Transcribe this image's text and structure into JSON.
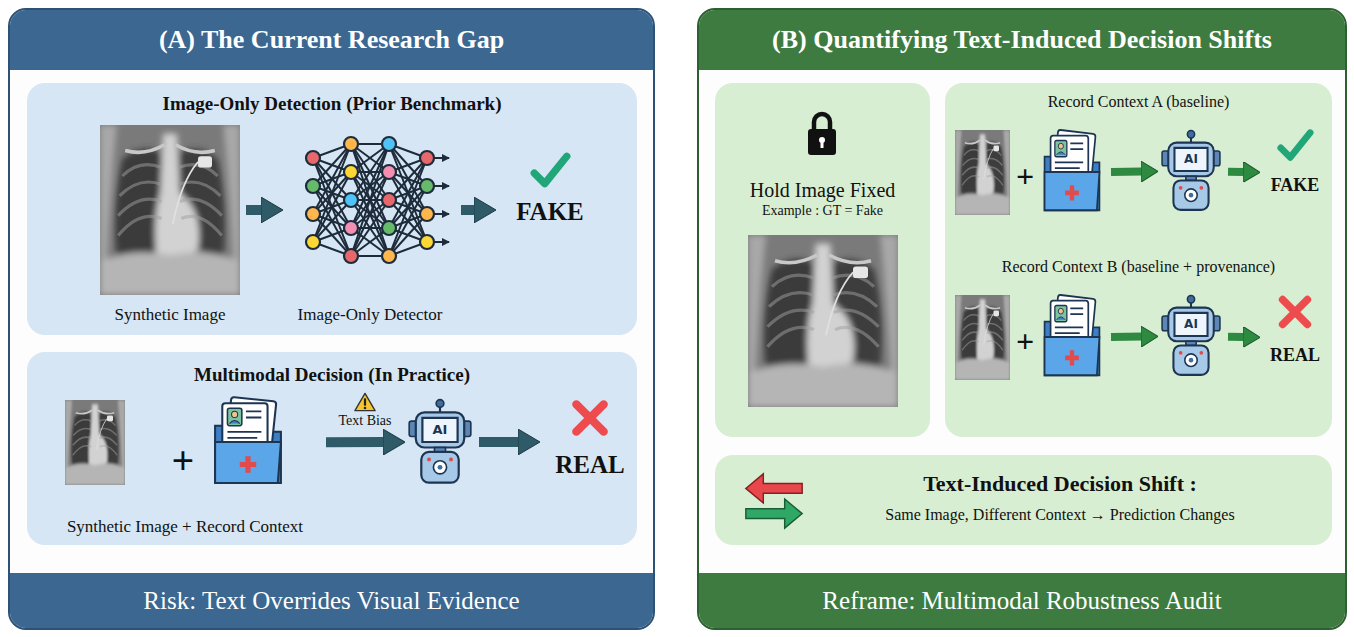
{
  "diagram": {
    "nodes": [
      {
        "text": [
          "(A) The Current Research Gap",
          "Risk: Text Overrides Visual Evidence"
        ]
      },
      {
        "text": [
          "Image-Only Detection (Prior Benchmark)"
        ],
        "in": 0
      },
      {
        "text": [
          "Synthetic Image"
        ],
        "in": 1
      },
      {
        "text": [
          "Image-Only Detector"
        ],
        "in": 1
      },
      {
        "text": [
          "FAKE"
        ],
        "in": 1
      },
      {
        "text": [
          "Multimodal Decision (In Practice)"
        ],
        "in": 0
      },
      {
        "text": [
          "+",
          "Synthetic Image + Record Context"
        ],
        "in": 5
      },
      {
        "text": [
          "AI"
        ],
        "in": 5
      },
      {
        "text": [
          "REAL"
        ],
        "in": 5
      },
      {
        "text": [
          "(B) Quantifying Text-Induced Decision Shifts",
          "Reframe: Multimodal Robustness Audit"
        ]
      },
      {
        "text": [
          "Hold Image Fixed",
          "Example : GT = Fake"
        ],
        "in": 9
      },
      {
        "text": [
          "Record Context A (baseline)",
          "Record Context B (baseline + provenance)"
        ],
        "in": 9
      },
      {
        "text": [
          "+"
        ],
        "in": 11
      },
      {
        "text": [
          "AI"
        ],
        "in": 11
      },
      {
        "text": [
          "FAKE"
        ],
        "in": 11
      },
      {
        "text": [
          "+"
        ],
        "in": 11
      },
      {
        "text": [
          "AI"
        ],
        "in": 11
      },
      {
        "text": [
          "REAL"
        ],
        "in": 11
      },
      {
        "text": [
          "Text-Induced Decision Shift :",
          "Same Image, Different Context → Prediction Changes"
        ],
        "in": 9
      }
    ],
    "edges": [
      {
        "from": 2,
        "to": 3,
        "arrow": "to"
      },
      {
        "from": 3,
        "to": 4,
        "arrow": "to"
      },
      {
        "from": 6,
        "to": 7,
        "label": "Text Bias",
        "arrow": "to"
      },
      {
        "from": 7,
        "to": 8,
        "arrow": "to"
      },
      {
        "from": 12,
        "to": 13,
        "arrow": "to"
      },
      {
        "from": 13,
        "to": 14,
        "arrow": "to"
      },
      {
        "from": 15,
        "to": 16,
        "arrow": "to"
      },
      {
        "from": 16,
        "to": 17,
        "arrow": "to"
      }
    ]
  }
}
